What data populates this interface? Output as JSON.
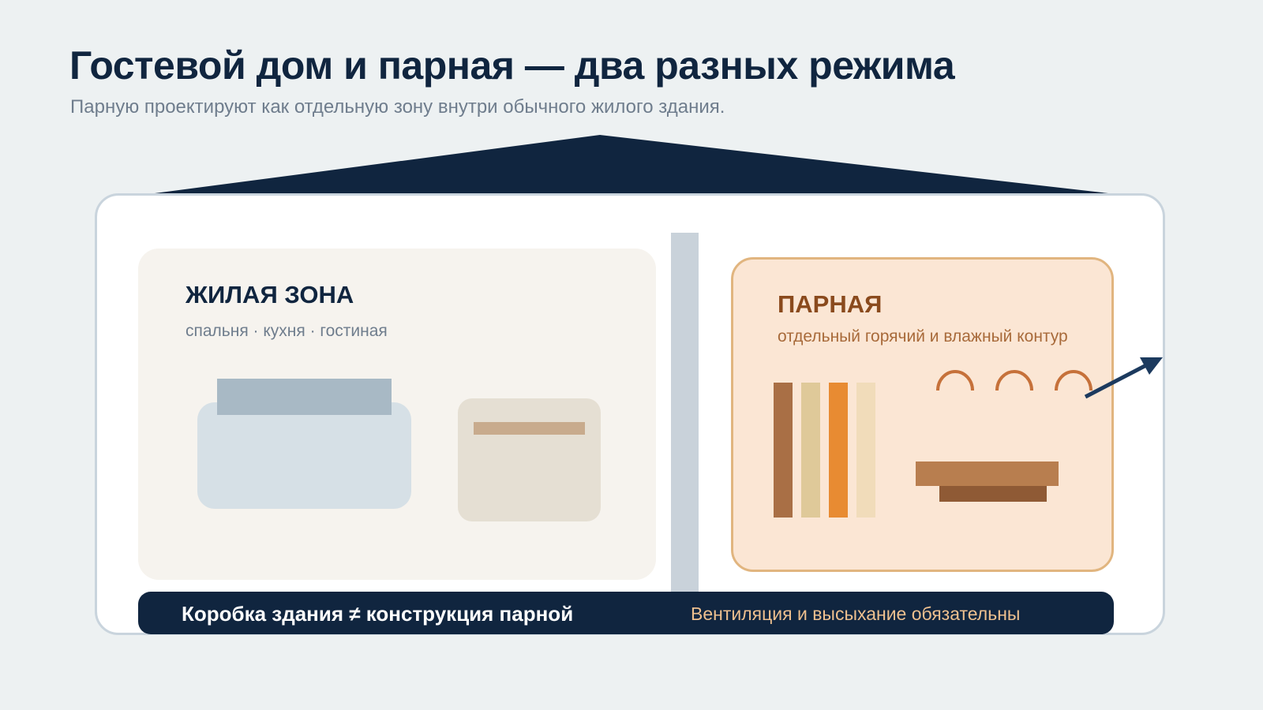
{
  "header": {
    "title": "Гостевой дом и парная — два разных режима",
    "subtitle": "Парную проектируют как отдельную зону внутри обычного жилого здания."
  },
  "living_zone": {
    "title": "ЖИЛАЯ ЗОНА",
    "subtitle": "спальня · кухня · гостиная"
  },
  "steam_room": {
    "title": "ПАРНАЯ",
    "subtitle": "отдельный горячий и влажный контур"
  },
  "footer": {
    "left_text": "Коробка здания ≠ конструкция парной",
    "right_text": "Вентиляция и высыхание обязательны"
  },
  "colors": {
    "navy": "#10253f",
    "steam_accent": "#8a4a1d",
    "steam_bg": "#fbe6d4",
    "living_bg": "#f6f3ee",
    "footer_highlight": "#eec08f"
  },
  "icons": {
    "roof": "roof-icon",
    "bed": "bed-icon",
    "cabinet": "cabinet-icon",
    "wall_planks": "wood-planks-icon",
    "bench": "bench-icon",
    "steam_waves": "steam-icon",
    "vent_arrow": "ventilation-arrow-icon"
  }
}
